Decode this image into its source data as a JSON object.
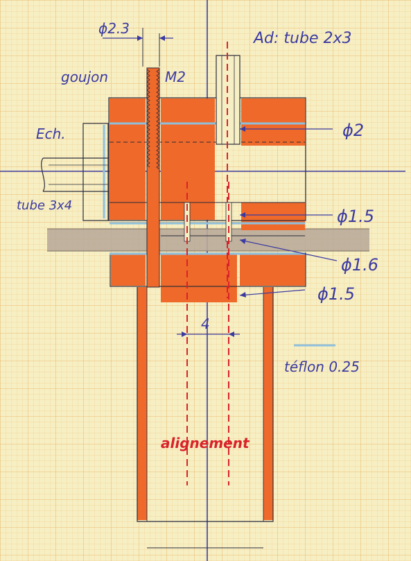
{
  "labels": {
    "d23": "ϕ2.3",
    "goujon": "goujon",
    "m2": "M2",
    "ad_tube": "Ad: tube 2x3",
    "ech": "Ech.",
    "tube34": "tube 3x4",
    "d2": "ϕ2",
    "d15a": "ϕ1.5",
    "d16": "ϕ1.6",
    "d15b": "ϕ1.5",
    "dim4": "4",
    "teflon": "téflon 0.25",
    "alignement": "alignement"
  },
  "colors": {
    "paper": "#f7efc4",
    "grid_minor": "#f1cf90",
    "grid_major": "#e8b96e",
    "orange": "#ef6a2a",
    "ink": "#2b2a3a",
    "blue": "#3b3aa0",
    "red": "#d8222a",
    "teflon": "#8fc0dd",
    "wood": "#b9ab9a"
  }
}
